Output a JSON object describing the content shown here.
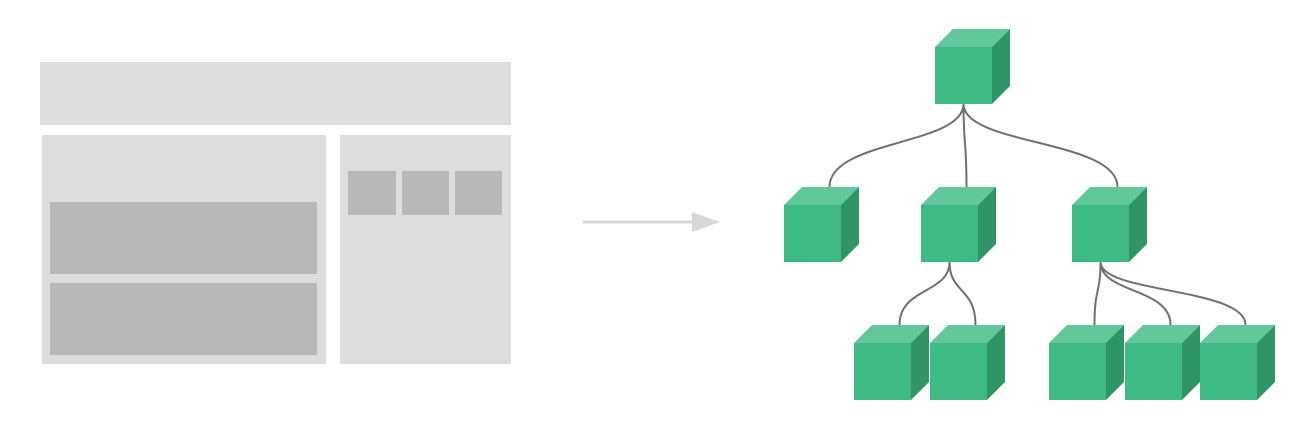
{
  "diagram": {
    "left": {
      "name": "page-layout-wireframe",
      "panel_color": "#dddddd",
      "block_color": "#b8b8b8"
    },
    "arrow": {
      "icon": "arrow-right-icon",
      "color": "#d8d8d8"
    },
    "right": {
      "name": "component-tree",
      "node_colors": {
        "front": "#3eba84",
        "top": "#62c79a",
        "side": "#2f9466"
      },
      "connector_color": "#707070",
      "nodes": [
        {
          "id": "root"
        },
        {
          "id": "child-1",
          "parent": "root"
        },
        {
          "id": "child-2",
          "parent": "root"
        },
        {
          "id": "child-3",
          "parent": "root"
        },
        {
          "id": "grandchild-1",
          "parent": "child-2"
        },
        {
          "id": "grandchild-2",
          "parent": "child-2"
        },
        {
          "id": "grandchild-3",
          "parent": "child-3"
        },
        {
          "id": "grandchild-4",
          "parent": "child-3"
        },
        {
          "id": "grandchild-5",
          "parent": "child-3"
        }
      ]
    }
  }
}
